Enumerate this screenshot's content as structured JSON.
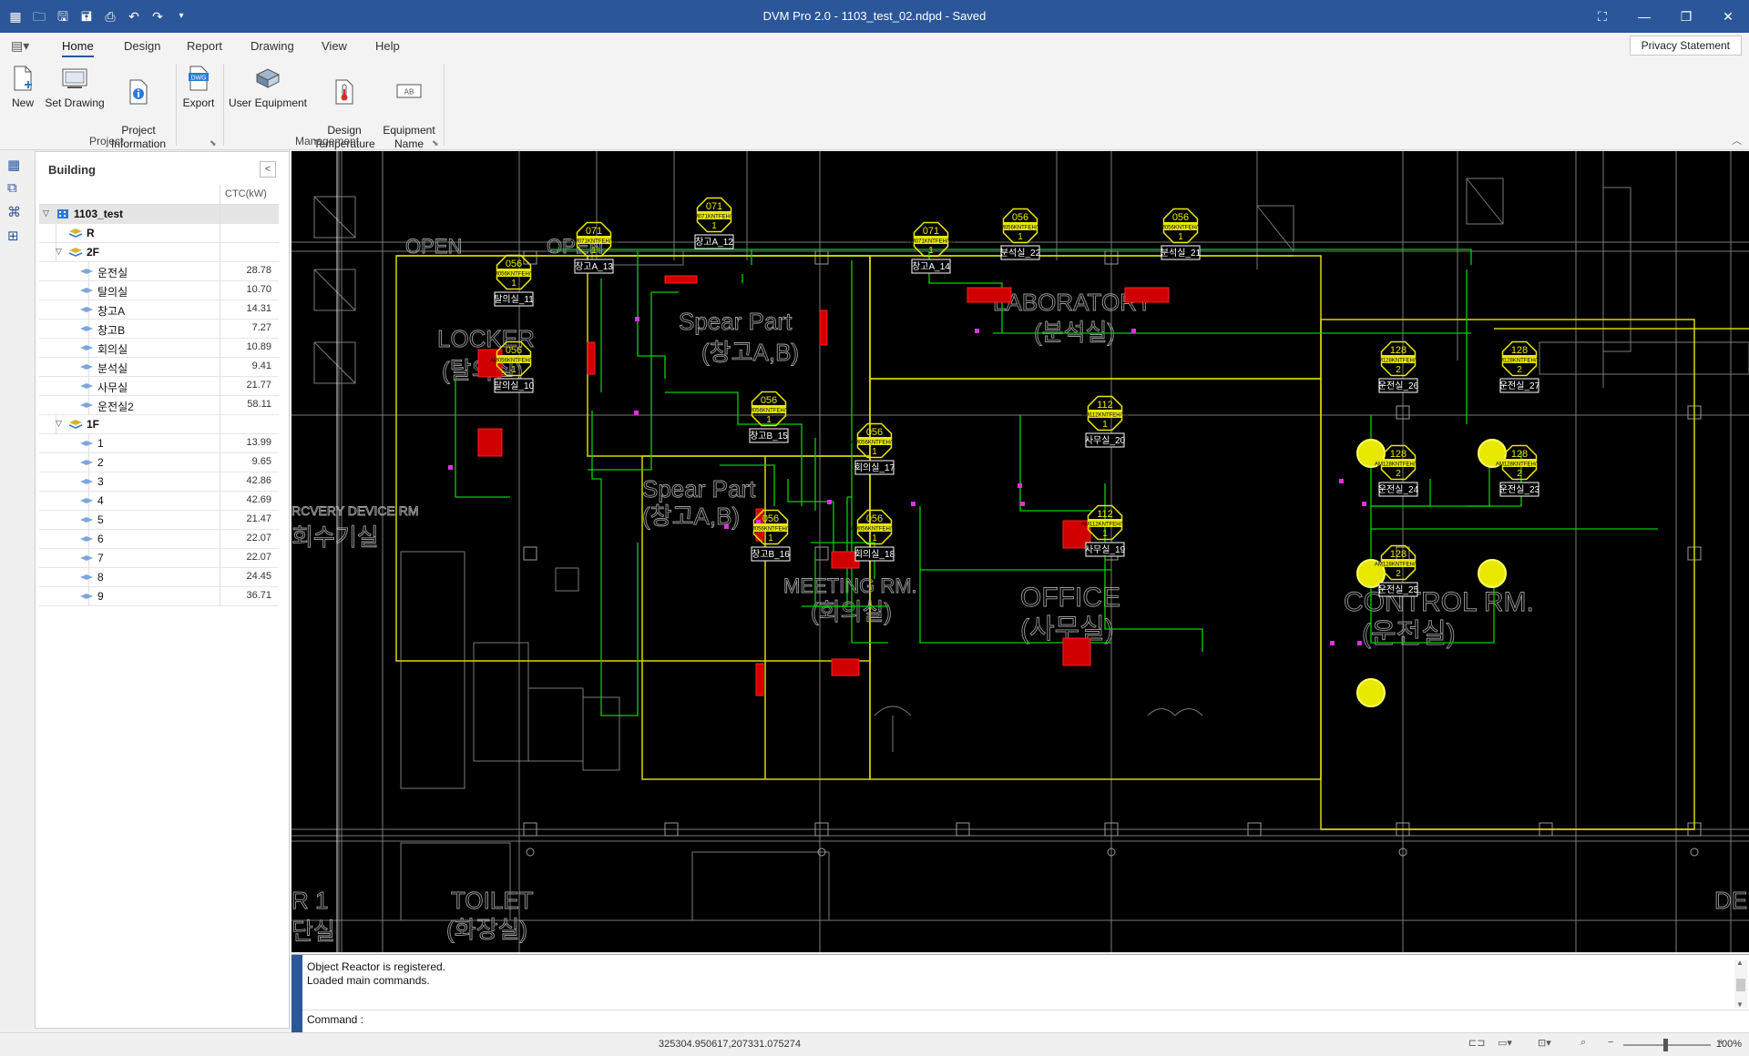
{
  "app": {
    "title": "DVM Pro 2.0 - 1103_test_02.ndpd - Saved",
    "privacy_label": "Privacy Statement"
  },
  "tabs": [
    {
      "label": "Home",
      "active": true
    },
    {
      "label": "Design"
    },
    {
      "label": "Report"
    },
    {
      "label": "Drawing"
    },
    {
      "label": "View"
    },
    {
      "label": "Help"
    }
  ],
  "ribbon": {
    "project": {
      "label": "Project",
      "new": "New",
      "set_drawing": "Set Drawing",
      "project_info": "Project\nInformation",
      "export": "Export",
      "export_badge": "DWG"
    },
    "management": {
      "label": "Management",
      "user_equipment": "User Equipment",
      "design_temperature": "Design\nTemperature",
      "equipment_name": "Equipment\nName",
      "equipment_badge": "AB"
    }
  },
  "panel": {
    "title": "Building",
    "column": "CTC(kW)",
    "tree": [
      {
        "level": 0,
        "label": "1103_test",
        "type": "building",
        "expand": "v"
      },
      {
        "level": 1,
        "label": "R",
        "type": "floor",
        "expand": ""
      },
      {
        "level": 1,
        "label": "2F",
        "type": "floor",
        "expand": "v"
      },
      {
        "level": 2,
        "label": "운전실",
        "value": "28.78"
      },
      {
        "level": 2,
        "label": "탈의실",
        "value": "10.70"
      },
      {
        "level": 2,
        "label": "창고A",
        "value": "14.31"
      },
      {
        "level": 2,
        "label": "창고B",
        "value": "7.27"
      },
      {
        "level": 2,
        "label": "회의실",
        "value": "10.89"
      },
      {
        "level": 2,
        "label": "분석실",
        "value": "9.41"
      },
      {
        "level": 2,
        "label": "사무실",
        "value": "21.77"
      },
      {
        "level": 2,
        "label": "운전실2",
        "value": "58.11"
      },
      {
        "level": 1,
        "label": "1F",
        "type": "floor",
        "expand": "v"
      },
      {
        "level": 2,
        "label": "1",
        "value": "13.99"
      },
      {
        "level": 2,
        "label": "2",
        "value": "9.65"
      },
      {
        "level": 2,
        "label": "3",
        "value": "42.86"
      },
      {
        "level": 2,
        "label": "4",
        "value": "42.69"
      },
      {
        "level": 2,
        "label": "5",
        "value": "21.47"
      },
      {
        "level": 2,
        "label": "6",
        "value": "22.07"
      },
      {
        "level": 2,
        "label": "7",
        "value": "22.07"
      },
      {
        "level": 2,
        "label": "8",
        "value": "24.45"
      },
      {
        "level": 2,
        "label": "9",
        "value": "36.71"
      }
    ]
  },
  "drawing": {
    "rooms": {
      "locker": "LOCKER",
      "locker_kr": "(탈의실)",
      "spear1": "Spear  Part",
      "spear1_kr": "(창고A,B)",
      "spear2": "Spear  Part",
      "spear2_kr": "(창고A,B)",
      "lab": "LABORATORY",
      "lab_kr": "(분석실)",
      "meeting": "MEETING  RM.",
      "meeting_kr": "(회의실)",
      "office": "OFFICE",
      "office_kr": "(사무실)",
      "control": "CONTROL  RM.",
      "control_kr": "(운전실)",
      "toilet": "TOILET",
      "toilet_kr": "(화장실)",
      "open1": "OPEN",
      "open2": "OPEN",
      "recovery": "RCVERY DEVICE RM",
      "recovery_kr": "회수기실",
      "left_r": "R 1",
      "left_kr": "단실",
      "right_de": "DE"
    },
    "units": [
      {
        "cap": "071",
        "code": "AM071KNTFEH/TK",
        "n": "1",
        "tag": "창고A_12"
      },
      {
        "cap": "071",
        "code": "AM071KNTFEH/TK",
        "n": "1",
        "tag": "창고A_13"
      },
      {
        "cap": "056",
        "code": "AM056KNTFEH/TK",
        "n": "1",
        "tag": "탈의실_11"
      },
      {
        "cap": "056",
        "code": "AM056KNTFEH/TK",
        "n": "1",
        "tag": "탈의실_10"
      },
      {
        "cap": "071",
        "code": "AM071KNTFEH/TK",
        "n": "1",
        "tag": "창고A_14"
      },
      {
        "cap": "056",
        "code": "AM056KNTFEH/TK",
        "n": "1",
        "tag": "분석실_22"
      },
      {
        "cap": "056",
        "code": "AM056KNTFEH/TK",
        "n": "1",
        "tag": "분석실_21"
      },
      {
        "cap": "056",
        "code": "AM056KNTFEH/TK",
        "n": "1",
        "tag": "창고B_15"
      },
      {
        "cap": "056",
        "code": "AM056KNTFEH/TK",
        "n": "1",
        "tag": "회의실_17"
      },
      {
        "cap": "056",
        "code": "AM056KNTFEH/TK",
        "n": "1",
        "tag": "창고B_16"
      },
      {
        "cap": "056",
        "code": "AM056KNTFEH/TK",
        "n": "1",
        "tag": "회의실_18"
      },
      {
        "cap": "112",
        "code": "AM112KNTFEH/TK",
        "n": "1",
        "tag": "사무실_20"
      },
      {
        "cap": "112",
        "code": "AM112KNTFEH/TK",
        "n": "1",
        "tag": "사무실_19"
      },
      {
        "cap": "128",
        "code": "AM128KNTFEH/TK",
        "n": "2",
        "tag": "운전실_26"
      },
      {
        "cap": "128",
        "code": "AM128KNTFEH/TK",
        "n": "2",
        "tag": "운전실_27"
      },
      {
        "cap": "128",
        "code": "AM128KNTFEH/TK",
        "n": "2",
        "tag": "운전실_24"
      },
      {
        "cap": "128",
        "code": "AM128KNTFEH/TK",
        "n": "2",
        "tag": "운전실_23"
      },
      {
        "cap": "128",
        "code": "AM128KNTFEH/TK",
        "n": "2",
        "tag": "운전실_25"
      }
    ]
  },
  "command": {
    "lines": [
      "Object Reactor is registered.",
      "Loaded main commands."
    ],
    "prompt": "Command :",
    "value": ""
  },
  "status": {
    "coords": "325304.950617,207331.075274",
    "zoom": "100%"
  },
  "colors": {
    "accent": "#2b579a",
    "pipe": "#00d000",
    "wall": "#d8d800",
    "unit": "#e8e800",
    "equipment": "#e00000",
    "grid": "#808080"
  }
}
